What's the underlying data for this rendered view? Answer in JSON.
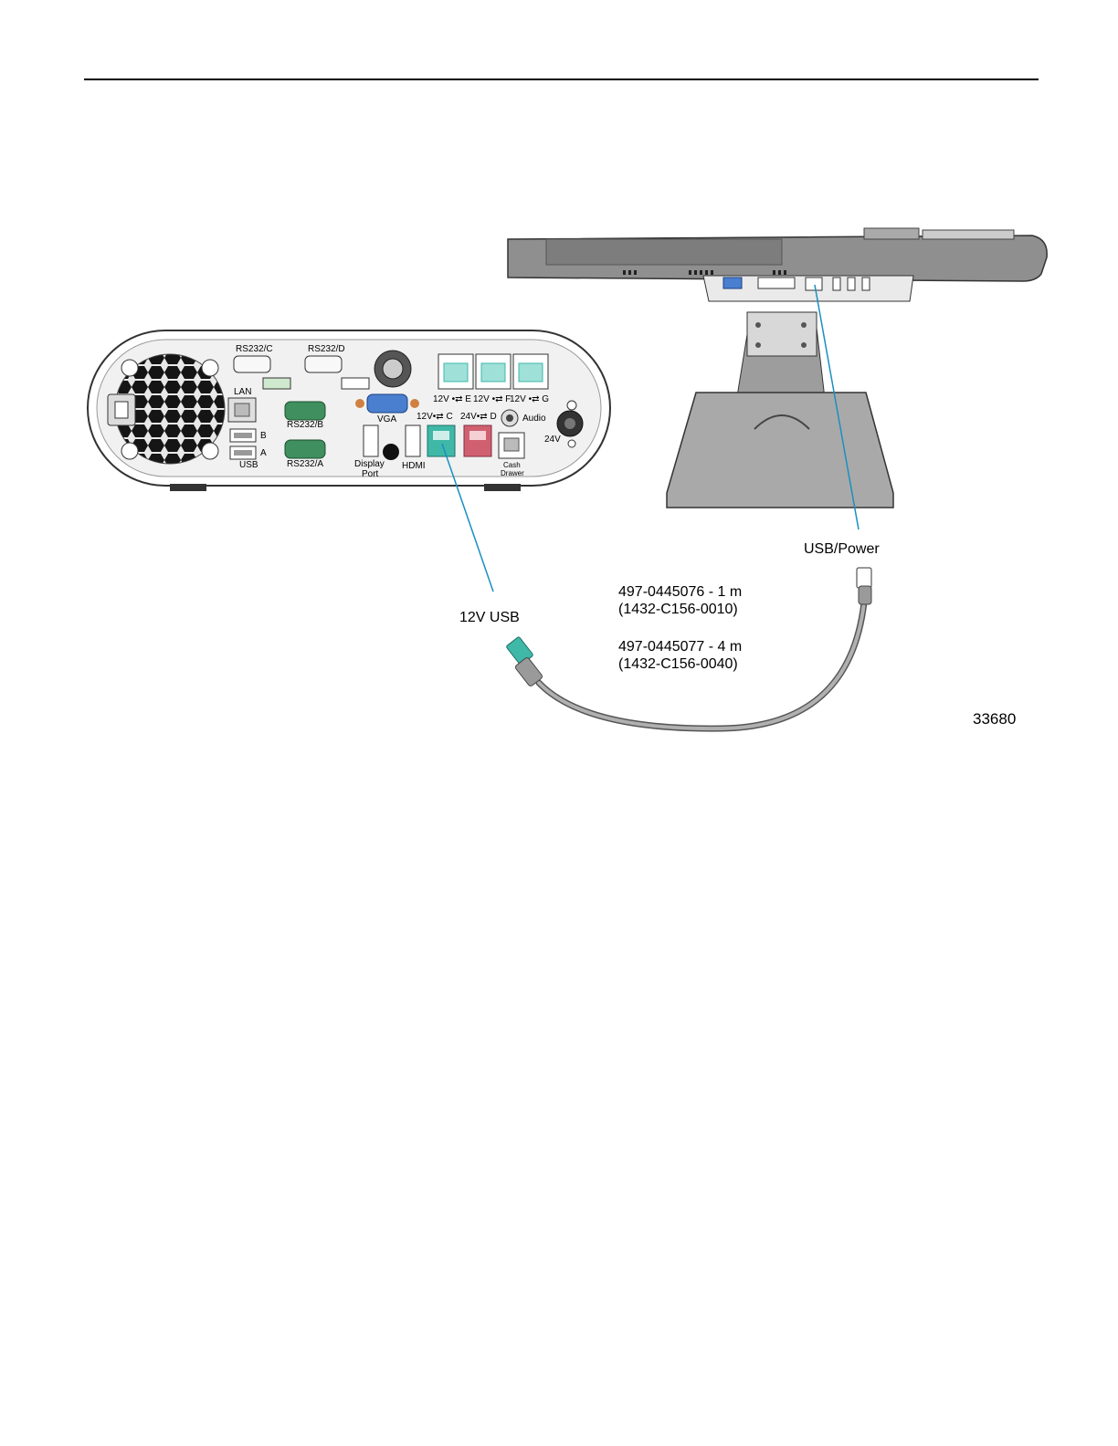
{
  "figure": {
    "number": "33680",
    "terminal_ports": {
      "rs232_c": "RS232/C",
      "rs232_d": "RS232/D",
      "rs232_b": "RS232/B",
      "rs232_a": "RS232/A",
      "lan": "LAN",
      "usb_b": "B",
      "usb_a": "A",
      "usb": "USB",
      "vga": "VGA",
      "display_port_line1": "Display",
      "display_port_line2": "Port",
      "hdmi": "HDMI",
      "usb12v_e": "12V •⇄ E",
      "usb12v_f": "12V •⇄ F",
      "usb12v_g": "12V •⇄ G",
      "usb12v_c": "12V•⇄ C",
      "usb24v_d": "24V•⇄ D",
      "audio": "Audio",
      "power_24v": "24V",
      "cash_drawer_line1": "Cash",
      "cash_drawer_line2": "Drawer"
    },
    "callouts": {
      "usb_power": "USB/Power",
      "twelve_v_usb": "12V USB",
      "cable_1_part": "497-0445076 - 1 m",
      "cable_1_code": "(1432-C156-0010)",
      "cable_2_part": "497-0445077 - 4 m",
      "cable_2_code": "(1432-C156-0040)"
    },
    "colors": {
      "teal_port": "#3fb8a8",
      "red_port": "#d06070",
      "callout_line": "#1a8fc2",
      "rs232_green": "#3f8f5f",
      "vga_blue": "#4a7fd0",
      "cable_gray": "#8a8a8a"
    }
  }
}
